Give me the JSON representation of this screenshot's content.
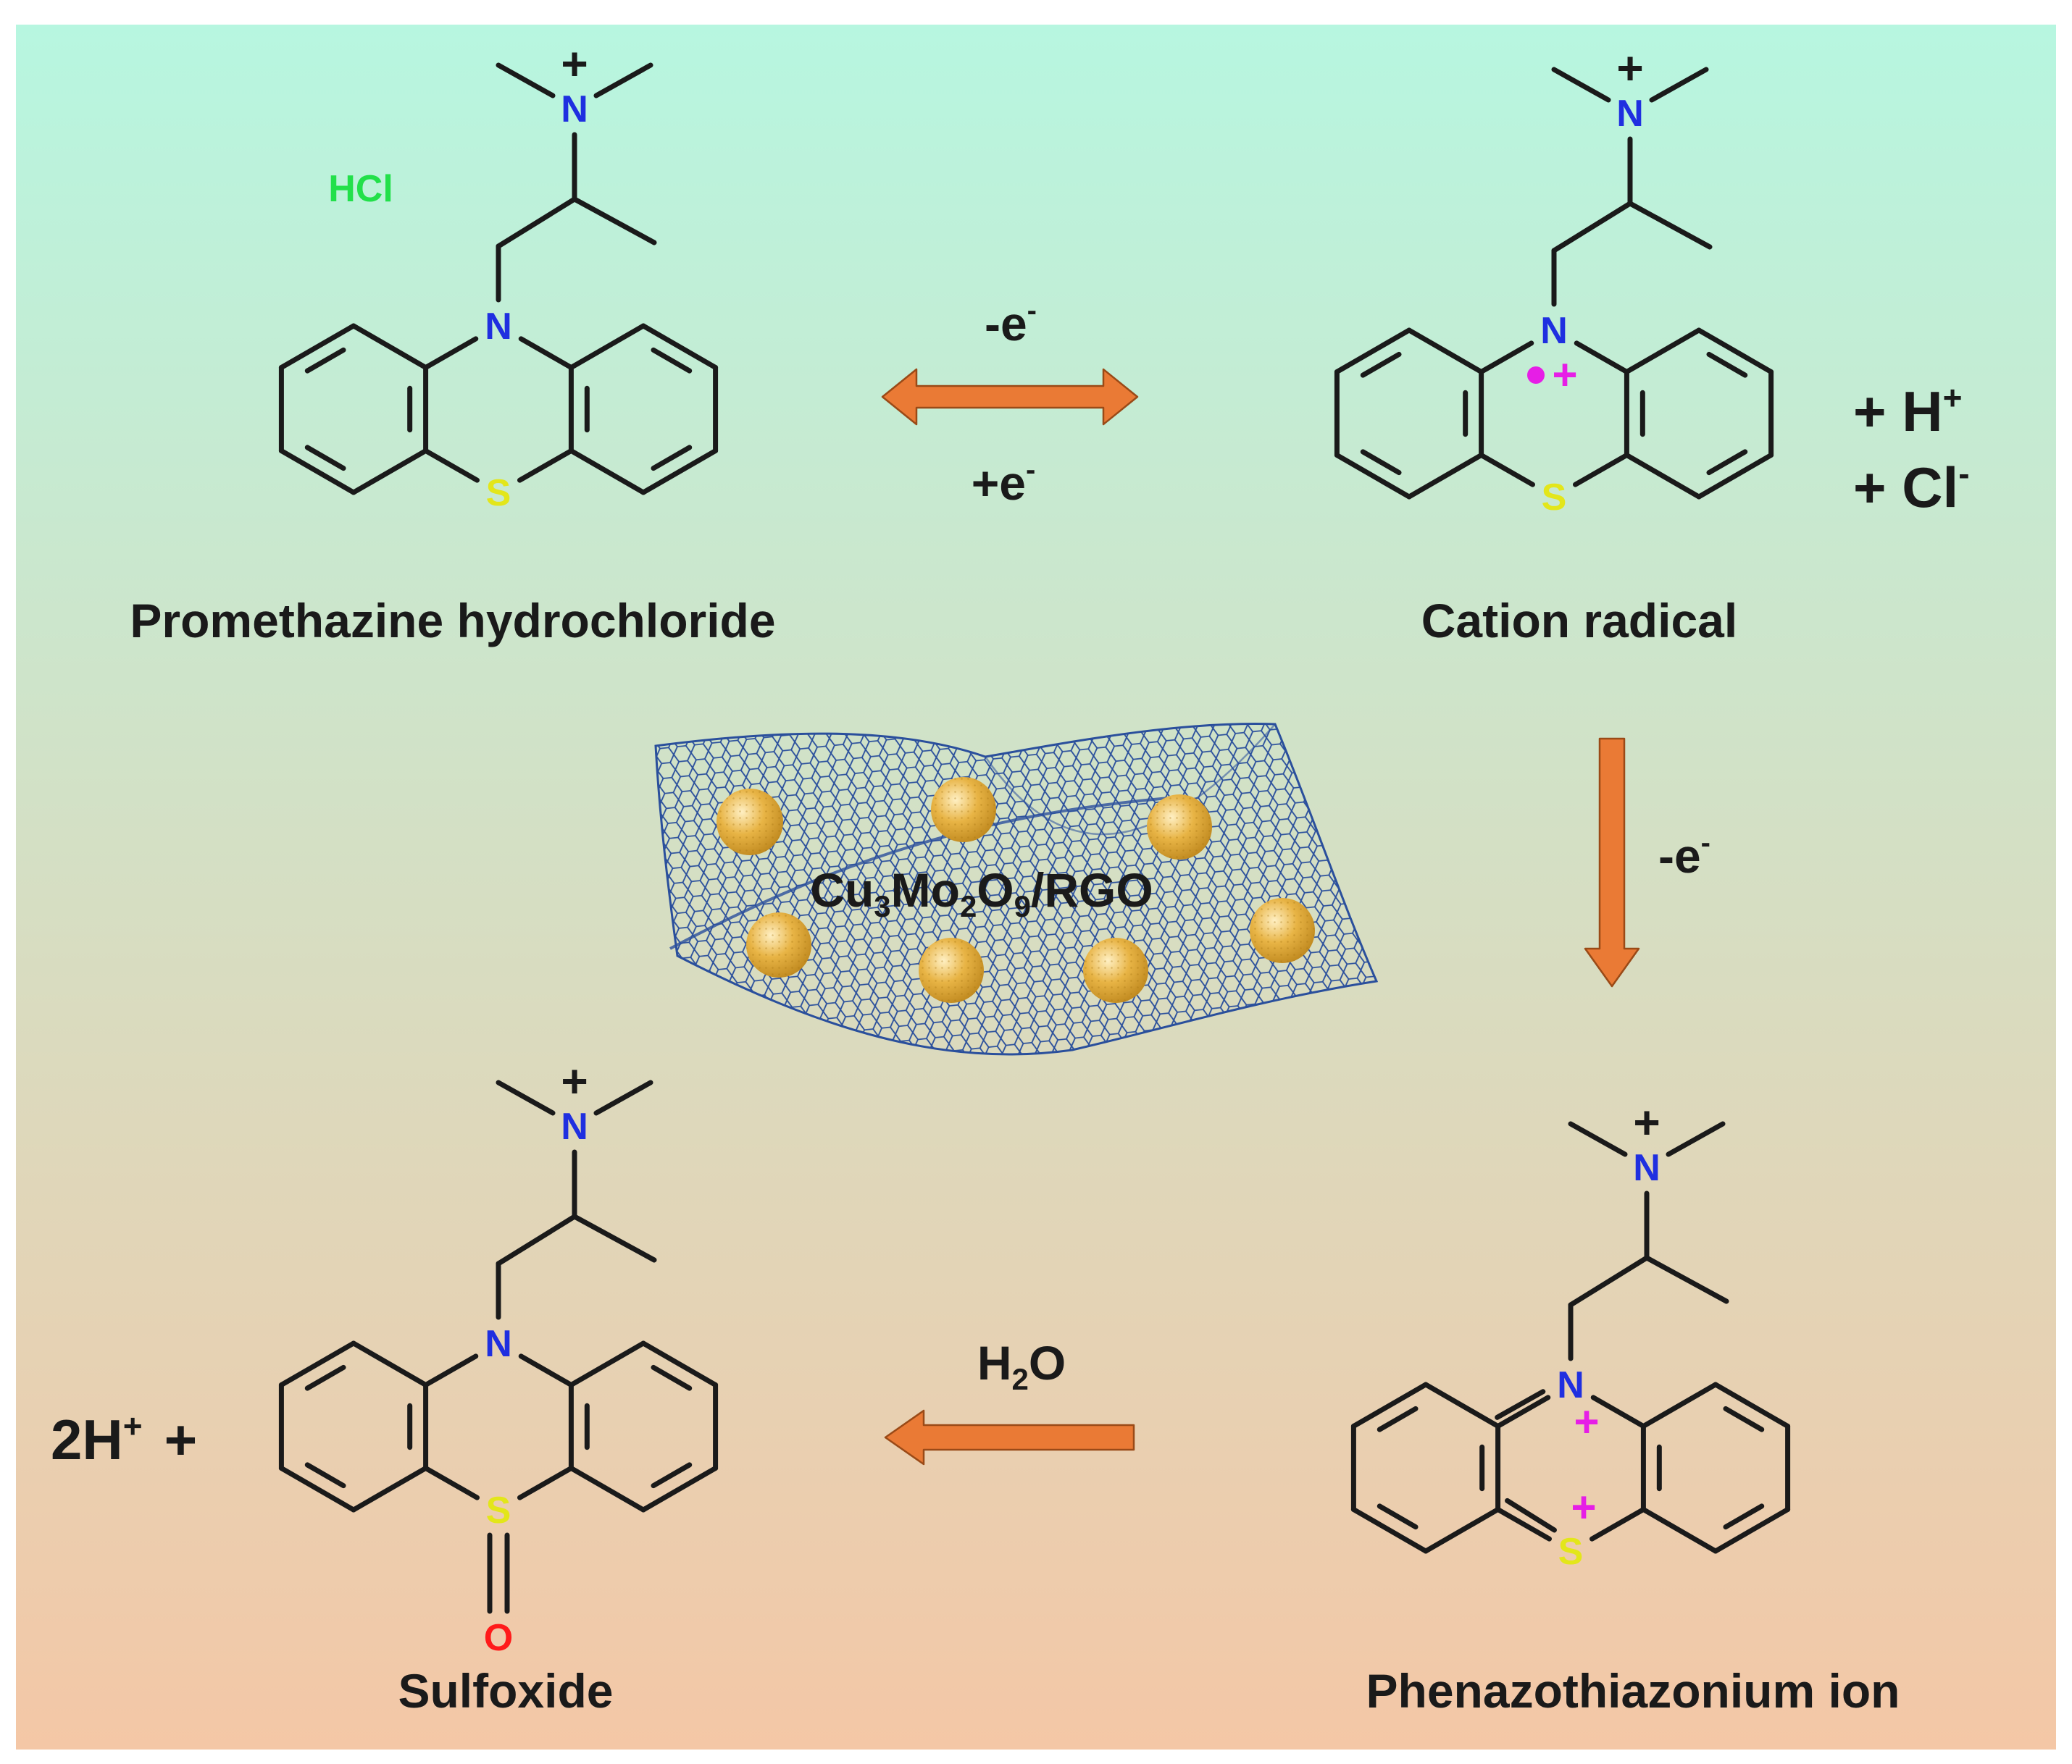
{
  "colors": {
    "bg_top": "#b7f6e0",
    "bg_bottom": "#f4c7a6",
    "bond": "#1a1a1a",
    "nitrogen": "#1f2fe0",
    "sulfur": "#e3e61a",
    "oxygen": "#ff1a1a",
    "hcl": "#22e04a",
    "radical": "#e61ee6",
    "arrow": "#ea7a35",
    "arrow_edge": "#9a4a17",
    "sheet": "#2a4f9c",
    "particle": "#e8b445"
  },
  "atoms": {
    "nitrogen": "N",
    "sulfur": "S",
    "oxygen": "O"
  },
  "promethazine": {
    "name": "Promethazine hydrochloride",
    "salt": "HCl"
  },
  "cation_radical": {
    "name": "Cation radical",
    "by1": "+ H",
    "by2": "+ Cl"
  },
  "phenazothiazonium": {
    "name": "Phenazothiazonium ion"
  },
  "sulfoxide": {
    "name": "Sulfoxide",
    "protons": "2H"
  },
  "catalyst": {
    "main": "Cu",
    "s1": "3",
    "mo": "Mo",
    "s2": "2",
    "o": "O",
    "s3": "9",
    "tail": "/RGO"
  },
  "step1": {
    "top": "-e",
    "bottom": "+e"
  },
  "step2": {
    "label": "-e"
  },
  "step3": {
    "label": "H",
    "sub": "2",
    "rest": "O"
  },
  "symbols": {
    "plus": "+",
    "minus": "-",
    "radical_dot": "•",
    "radical_plus": "+"
  }
}
